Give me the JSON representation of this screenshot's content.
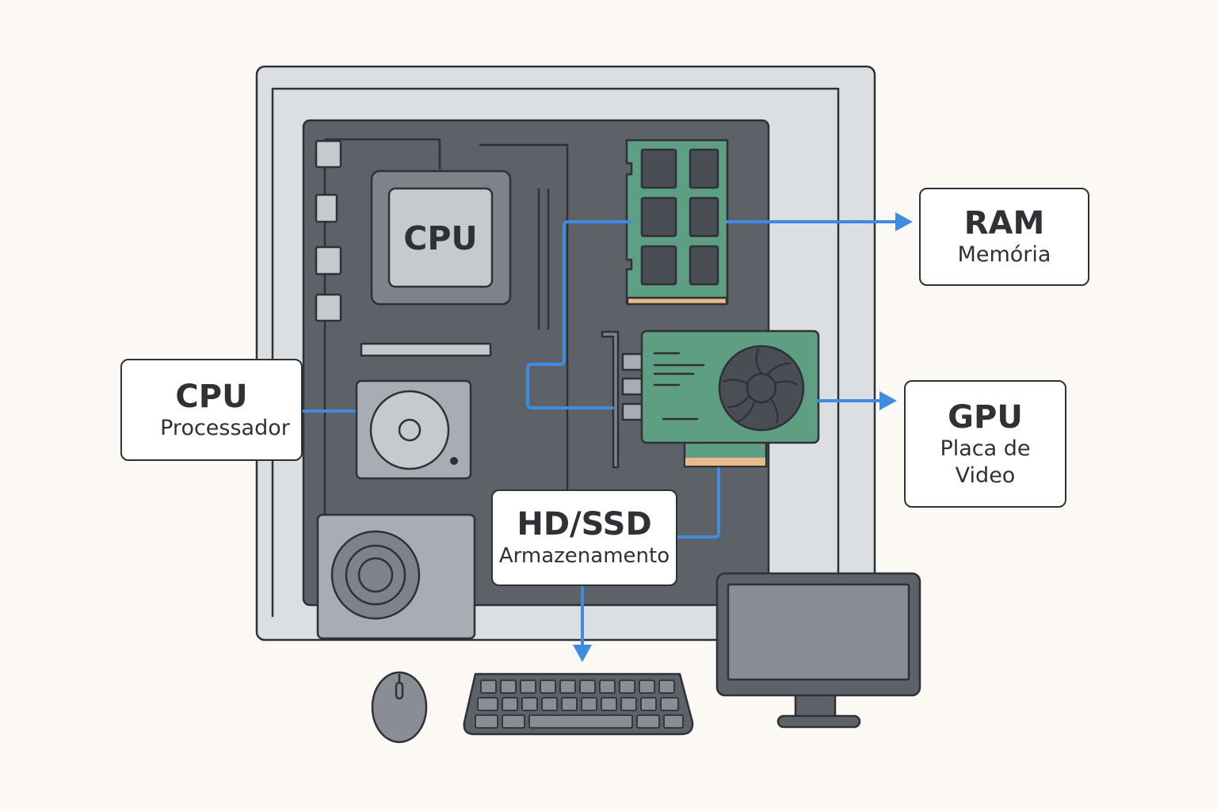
{
  "components": {
    "cpu_chip_label": "CPU",
    "ram": {
      "title": "RAM",
      "subtitle": "Memória"
    },
    "gpu": {
      "title": "GPU",
      "subtitle": "Placa de\nVideo"
    },
    "cpu": {
      "title": "CPU",
      "subtitle": "Processador"
    },
    "storage": {
      "title": "HD/SSD",
      "subtitle": "Armazenamento"
    }
  },
  "peripherals": [
    "mouse-icon",
    "keyboard-icon",
    "monitor-icon"
  ],
  "colors": {
    "background": "#fcf9f5",
    "case": "#dcdfe2",
    "motherboard": "#5d6168",
    "pcb_green": "#5e9e82",
    "connector_gold": "#e8b98a",
    "connector_blue": "#3f8be0",
    "outline": "#2e3136"
  }
}
